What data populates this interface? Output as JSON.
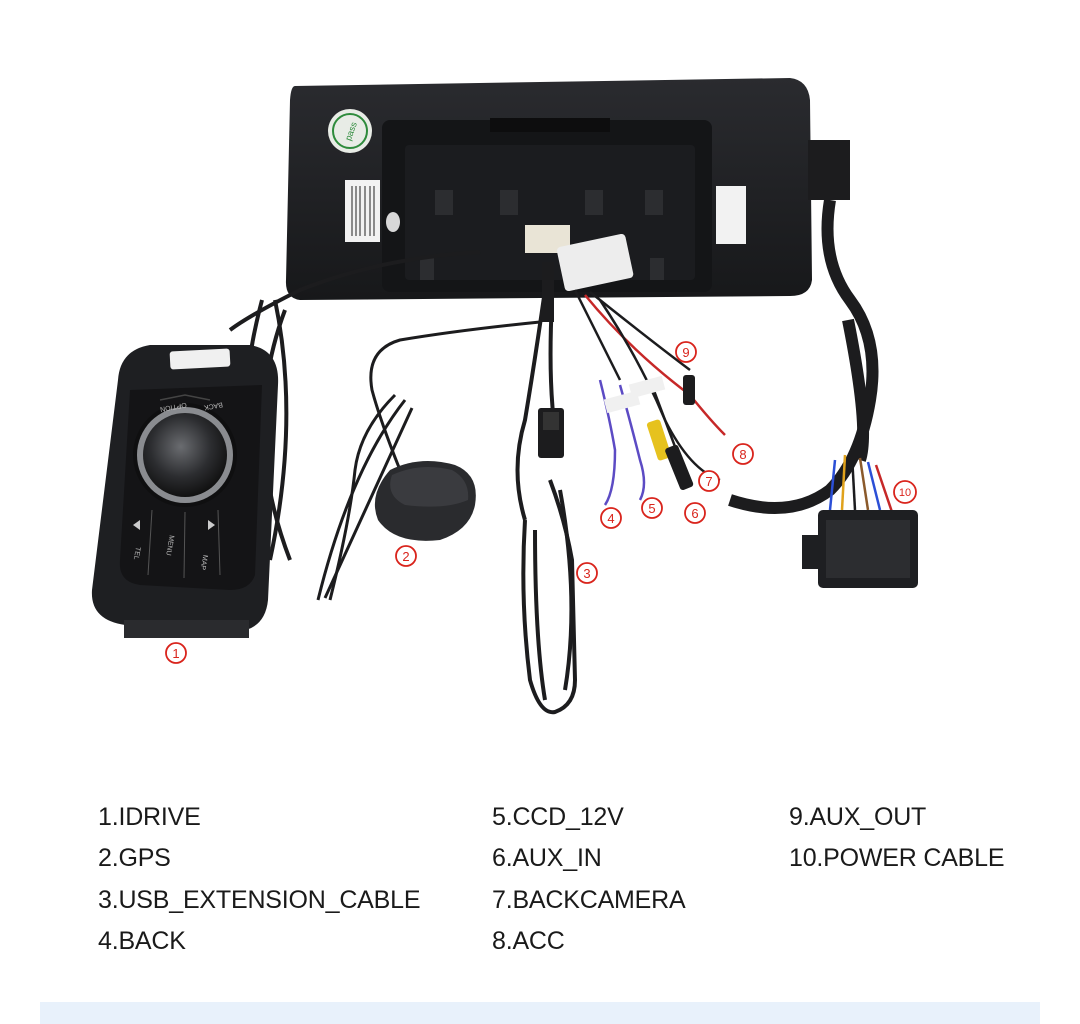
{
  "callouts": [
    "1",
    "2",
    "3",
    "4",
    "5",
    "6",
    "7",
    "8",
    "9",
    "10"
  ],
  "legend": {
    "col1": [
      "1.IDRIVE",
      "2.GPS",
      "3.USB_EXTENSION_CABLE",
      "4.BACK"
    ],
    "col2": [
      "5.CCD_12V",
      "6.AUX_IN",
      "7.BACKCAMERA",
      "8.ACC"
    ],
    "col3": [
      "9.AUX_OUT",
      "10.POWER CABLE"
    ]
  },
  "product_labels": {
    "pass_sticker": "pass",
    "idrive_buttons": [
      "BACK",
      "OPTION",
      "TEL",
      "MENU",
      "MAP"
    ]
  },
  "colors": {
    "callout_red": "#d9241c",
    "device_black": "#1e1f22",
    "background": "#ffffff",
    "footer_band": "#e8f1fb"
  }
}
